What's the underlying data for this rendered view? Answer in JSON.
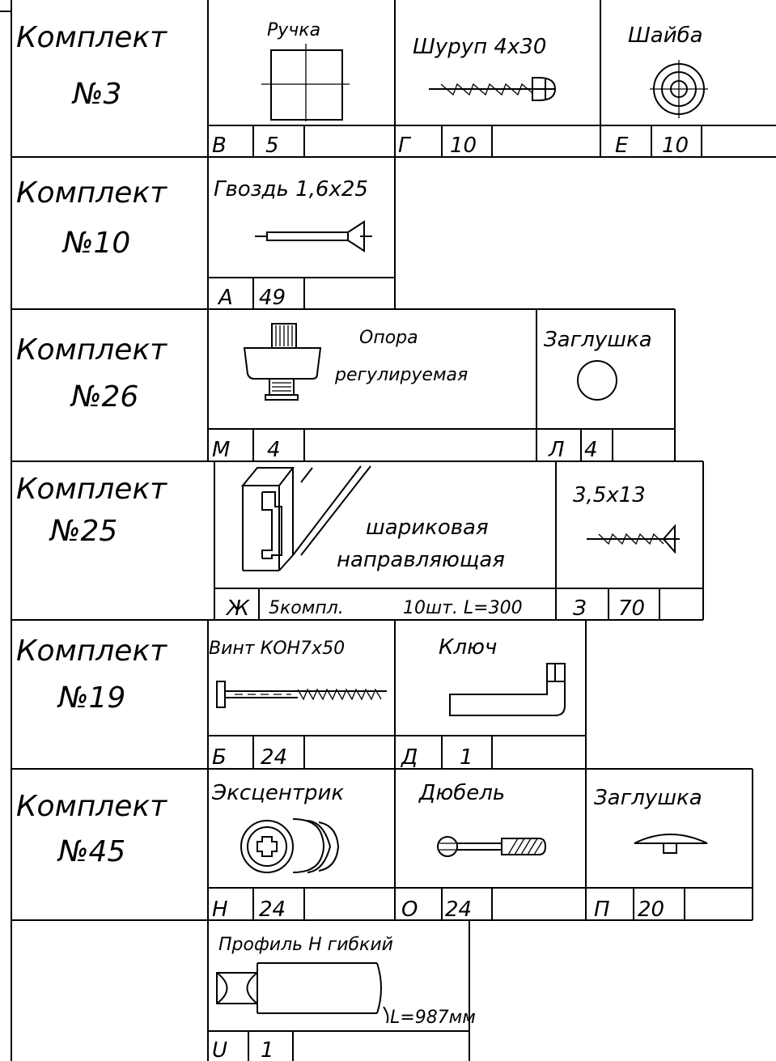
{
  "kits": [
    {
      "label": "Комплект",
      "number": "№3"
    },
    {
      "label": "Комплект",
      "number": "№10"
    },
    {
      "label": "Комплект",
      "number": "№26"
    },
    {
      "label": "Комплект",
      "number": "№25"
    },
    {
      "label": "Комплект",
      "number": "№19"
    },
    {
      "label": "Комплект",
      "number": "№45"
    }
  ],
  "parts": {
    "handle": {
      "name": "Ручка",
      "letter": "В",
      "qty": "5"
    },
    "screw_4x30": {
      "name": "Шуруп 4х30",
      "letter": "Г",
      "qty": "10"
    },
    "washer": {
      "name": "Шайба",
      "letter": "Е",
      "qty": "10"
    },
    "nail": {
      "name": "Гвоздь 1,6х25",
      "letter": "А",
      "qty": "49"
    },
    "support": {
      "name_line1": "Опора",
      "name_line2": "регулируемая",
      "letter": "М",
      "qty": "4"
    },
    "cap_26": {
      "name": "Заглушка",
      "letter": "Л",
      "qty": "4"
    },
    "rail": {
      "name_line1": "шариковая",
      "name_line2": "направляющая",
      "letter": "Ж",
      "qty": "5компл.",
      "extra": "10шт. L=300"
    },
    "screw_3_5x13": {
      "name": "3,5х13",
      "letter": "З",
      "qty": "70"
    },
    "bolt": {
      "name": "Винт КОН7х50",
      "letter": "Б",
      "qty": "24"
    },
    "key": {
      "name": "Ключ",
      "letter": "Д",
      "qty": "1"
    },
    "eccentric": {
      "name": "Эксцентрик",
      "letter": "Н",
      "qty": "24"
    },
    "dowel": {
      "name": "Дюбель",
      "letter": "О",
      "qty": "24"
    },
    "cap_45": {
      "name": "Заглушка",
      "letter": "П",
      "qty": "20"
    },
    "profile": {
      "name": "Профиль Н гибкий",
      "length": "L=987мм",
      "letter": "U",
      "qty": "1"
    }
  }
}
